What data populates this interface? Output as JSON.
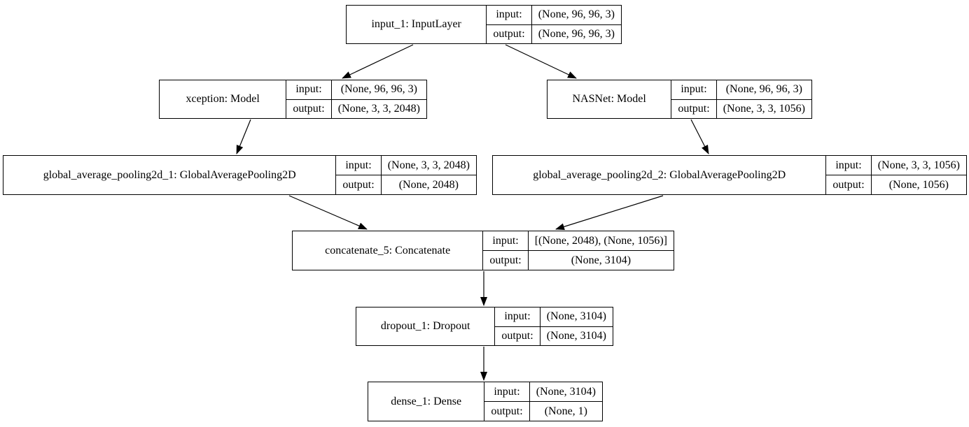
{
  "diagram": {
    "kind": "neural-network-layer-graph",
    "colors": {
      "background": "#ffffff",
      "border": "#000000",
      "text": "#000000",
      "edge": "#000000"
    },
    "nodes": [
      {
        "id": "input_1",
        "title": "input_1: InputLayer",
        "input_label": "input:",
        "output_label": "output:",
        "input_value": "(None, 96, 96, 3)",
        "output_value": "(None, 96, 96, 3)"
      },
      {
        "id": "xception",
        "title": "xception: Model",
        "input_label": "input:",
        "output_label": "output:",
        "input_value": "(None, 96, 96, 3)",
        "output_value": "(None, 3, 3, 2048)"
      },
      {
        "id": "NASNet",
        "title": "NASNet: Model",
        "input_label": "input:",
        "output_label": "output:",
        "input_value": "(None, 96, 96, 3)",
        "output_value": "(None, 3, 3, 1056)"
      },
      {
        "id": "global_average_pooling2d_1",
        "title": "global_average_pooling2d_1: GlobalAveragePooling2D",
        "input_label": "input:",
        "output_label": "output:",
        "input_value": "(None, 3, 3, 2048)",
        "output_value": "(None, 2048)"
      },
      {
        "id": "global_average_pooling2d_2",
        "title": "global_average_pooling2d_2: GlobalAveragePooling2D",
        "input_label": "input:",
        "output_label": "output:",
        "input_value": "(None, 3, 3, 1056)",
        "output_value": "(None, 1056)"
      },
      {
        "id": "concatenate_5",
        "title": "concatenate_5: Concatenate",
        "input_label": "input:",
        "output_label": "output:",
        "input_value": "[(None, 2048), (None, 1056)]",
        "output_value": "(None, 3104)"
      },
      {
        "id": "dropout_1",
        "title": "dropout_1: Dropout",
        "input_label": "input:",
        "output_label": "output:",
        "input_value": "(None, 3104)",
        "output_value": "(None, 3104)"
      },
      {
        "id": "dense_1",
        "title": "dense_1: Dense",
        "input_label": "input:",
        "output_label": "output:",
        "input_value": "(None, 3104)",
        "output_value": "(None, 1)"
      }
    ],
    "edges": [
      {
        "from": "input_1",
        "to": "xception"
      },
      {
        "from": "input_1",
        "to": "NASNet"
      },
      {
        "from": "xception",
        "to": "global_average_pooling2d_1"
      },
      {
        "from": "NASNet",
        "to": "global_average_pooling2d_2"
      },
      {
        "from": "global_average_pooling2d_1",
        "to": "concatenate_5"
      },
      {
        "from": "global_average_pooling2d_2",
        "to": "concatenate_5"
      },
      {
        "from": "concatenate_5",
        "to": "dropout_1"
      },
      {
        "from": "dropout_1",
        "to": "dense_1"
      }
    ]
  }
}
